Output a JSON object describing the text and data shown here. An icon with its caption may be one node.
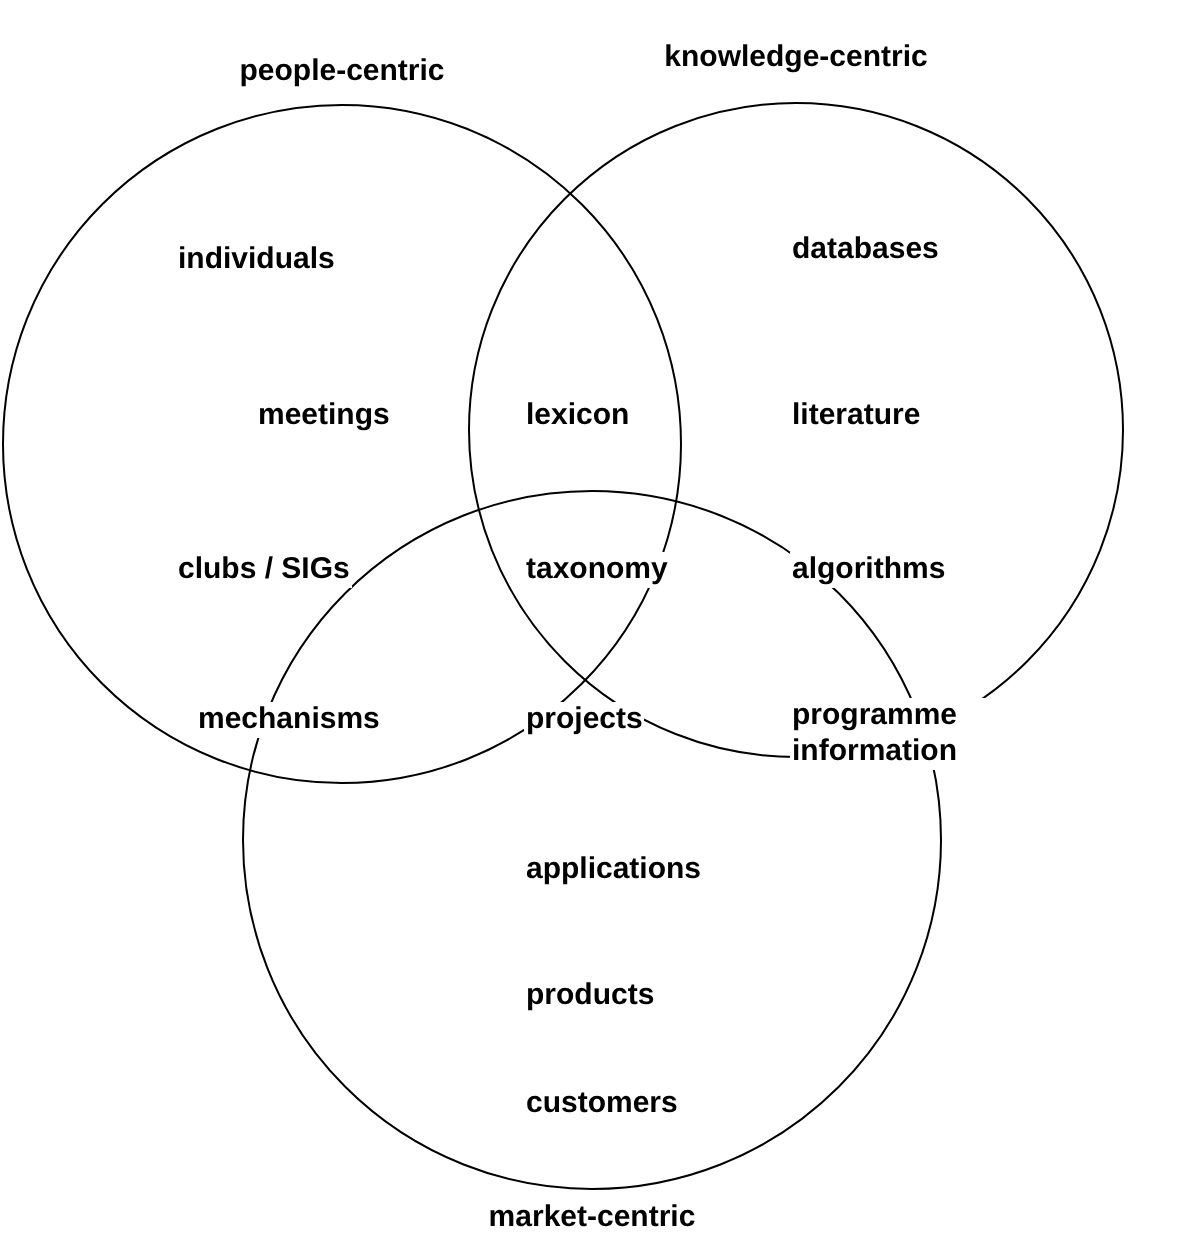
{
  "diagram": {
    "nodes": [
      {
        "text": [
          "people-centric"
        ]
      },
      {
        "text": [
          "knowledge-centric"
        ]
      },
      {
        "text": [
          "market-centric"
        ]
      }
    ],
    "labels": [
      "individuals",
      "databases",
      "meetings",
      "lexicon",
      "literature",
      "clubs / SIGs",
      "taxonomy",
      "algorithms",
      "mechanisms",
      "projects",
      "programme information",
      "applications",
      "products",
      "customers"
    ]
  }
}
